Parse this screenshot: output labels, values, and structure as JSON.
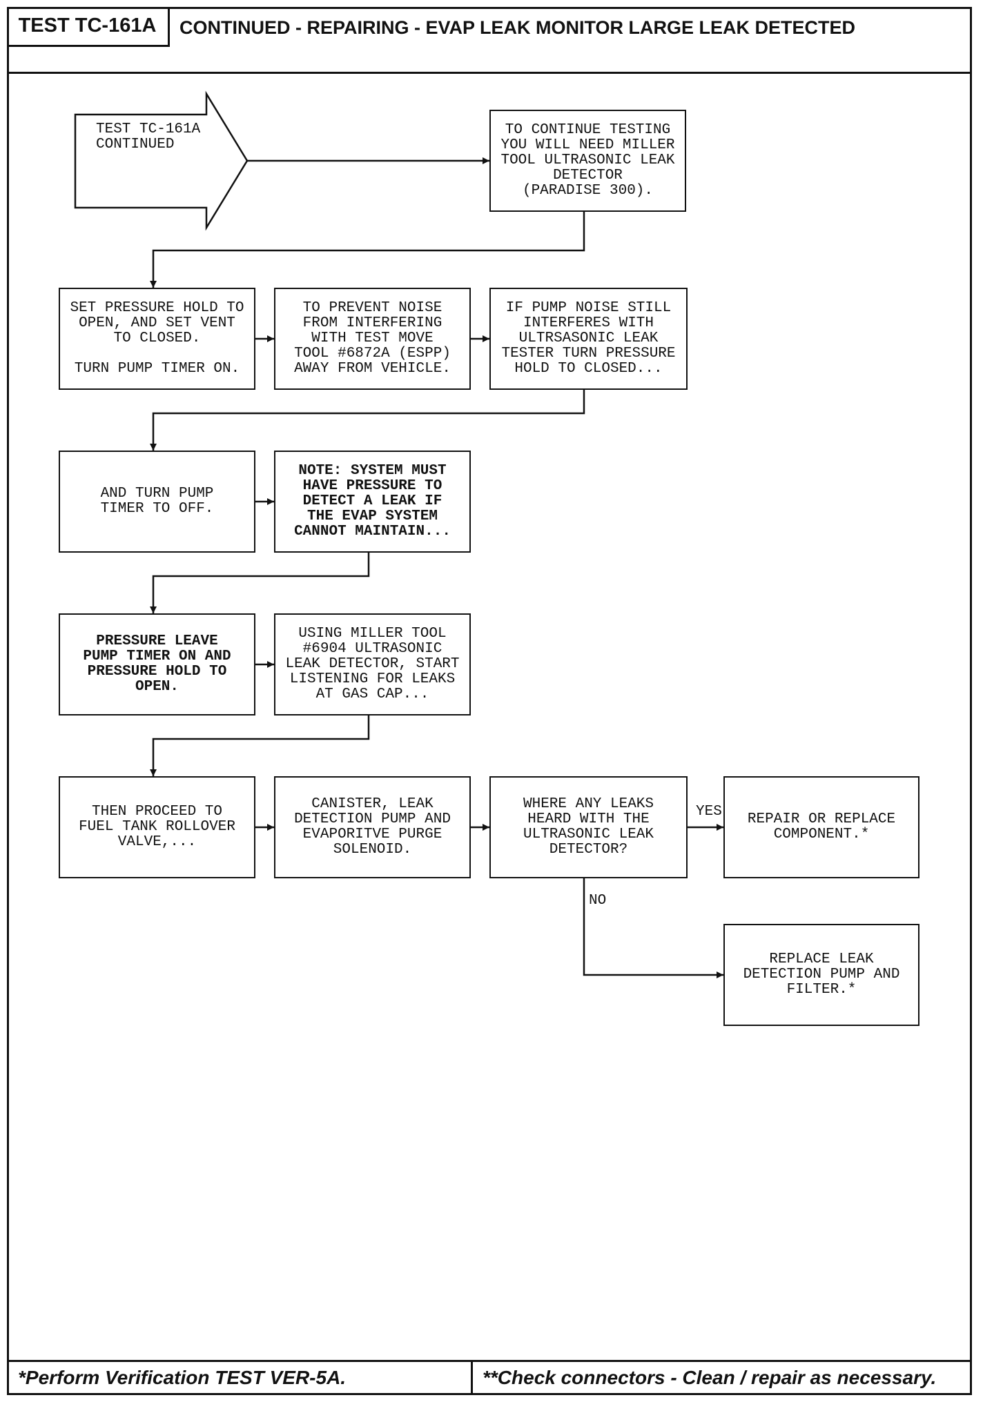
{
  "header": {
    "test_id": "TEST TC-161A",
    "title": "CONTINUED - REPAIRING - EVAP LEAK MONITOR LARGE LEAK DETECTED"
  },
  "flowchart": {
    "start": "TEST TC-161A\nCONTINUED",
    "nodes": {
      "tool_required": "TO CONTINUE TESTING\nYOU WILL NEED MILLER\nTOOL ULTRASONIC LEAK\nDETECTOR\n(PARADISE 300).",
      "set_pressure_hold": "SET PRESSURE HOLD TO\nOPEN, AND SET VENT\nTO CLOSED.\n\nTURN PUMP TIMER ON.",
      "prevent_noise": "TO PREVENT NOISE\nFROM INTERFERING\nWITH TEST MOVE\nTOOL #6872A (ESPP)\nAWAY FROM VEHICLE.",
      "pump_noise_still": "IF PUMP NOISE STILL\nINTERFERES WITH\nULTRSASONIC LEAK\nTESTER TURN PRESSURE\nHOLD TO CLOSED...",
      "turn_timer_off": "AND TURN PUMP\nTIMER TO OFF.",
      "note_system_pressure": "NOTE: SYSTEM MUST\nHAVE PRESSURE TO\nDETECT A LEAK IF\nTHE EVAP SYSTEM\nCANNOT MAINTAIN...",
      "pressure_leave_timer_on": "PRESSURE LEAVE\nPUMP TIMER ON AND\nPRESSURE HOLD TO\nOPEN.",
      "using_miller_tool": "USING MILLER TOOL\n#6904 ULTRASONIC\nLEAK DETECTOR, START\nLISTENING FOR LEAKS\nAT GAS CAP...",
      "proceed_rollover_valve": "THEN PROCEED TO\nFUEL TANK ROLLOVER\nVALVE,...",
      "canister_pump_solenoid": "CANISTER, LEAK\nDETECTION PUMP AND\nEVAPORITVE PURGE\nSOLENOID.",
      "leaks_heard_question": "WHERE ANY LEAKS\nHEARD WITH THE\nULTRASONIC LEAK\nDETECTOR?",
      "repair_replace_component": "REPAIR OR REPLACE\nCOMPONENT.*",
      "replace_leak_detection_pump": "REPLACE LEAK\nDETECTION PUMP AND\nFILTER.*"
    },
    "branch_labels": {
      "yes": "YES",
      "no": "NO"
    }
  },
  "footer": {
    "verification_note": "*Perform Verification TEST VER-5A.",
    "connector_note": "**Check connectors - Clean / repair as necessary."
  }
}
